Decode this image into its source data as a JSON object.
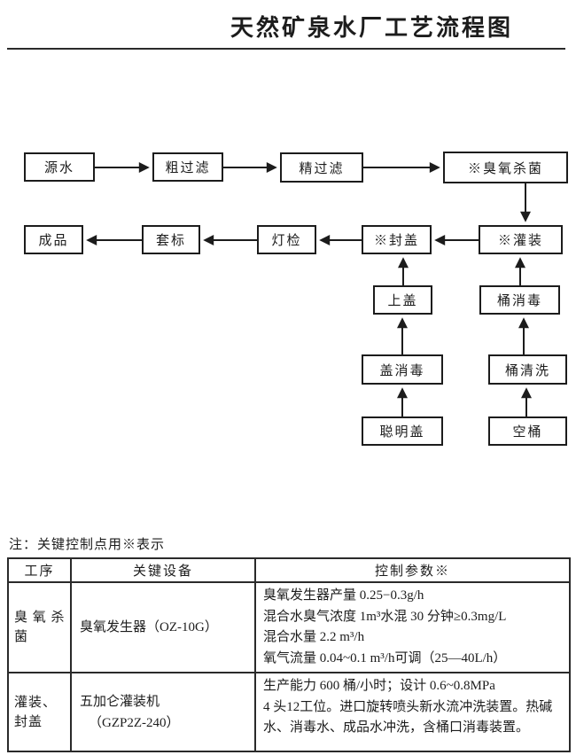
{
  "colors": {
    "ink": "#1c1c1c",
    "background": "#ffffff"
  },
  "header": {
    "title": "天然矿泉水厂工艺流程图"
  },
  "flowchart": {
    "critical_mark": "※",
    "boxes": [
      {
        "label": "源水"
      },
      {
        "label": "粗过滤"
      },
      {
        "label": "精过滤"
      },
      {
        "label": "※臭氧杀菌"
      },
      {
        "label": "成品"
      },
      {
        "label": "套标"
      },
      {
        "label": "灯检"
      },
      {
        "label": "※封盖"
      },
      {
        "label": "※灌装"
      },
      {
        "label": "上盖"
      },
      {
        "label": "桶消毒"
      },
      {
        "label": "盖消毒"
      },
      {
        "label": "桶清洗"
      },
      {
        "label": "聪明盖"
      },
      {
        "label": "空桶"
      }
    ]
  },
  "note": {
    "text": "注：关键控制点用※表示"
  },
  "table": {
    "headers": [
      "工序",
      "关键设备",
      "控制参数※"
    ],
    "rows": [
      {
        "process": "臭 氧 杀菌",
        "equipment": [
          "臭氧发生器（OZ-10G）"
        ],
        "params": [
          "臭氧发生器产量 0.25−0.3g/h",
          "混合水臭气浓度 1m³水混 30 分钟≥0.3mg/L",
          "混合水量 2.2 m³/h",
          "氧气流量 0.04~0.1 m³/h可调（25—40L/h）"
        ]
      },
      {
        "process": "灌装、封盖",
        "equipment": [
          "五加仑灌装机",
          "（GZP2Z-240）"
        ],
        "params": [
          "生产能力 600 桶/小时；设计 0.6~0.8MPa",
          "4 头12工位。进口旋转喷头新水流冲洗装置。热碱水、消毒水、成品水冲洗，含桶口消毒装置。"
        ]
      }
    ]
  }
}
